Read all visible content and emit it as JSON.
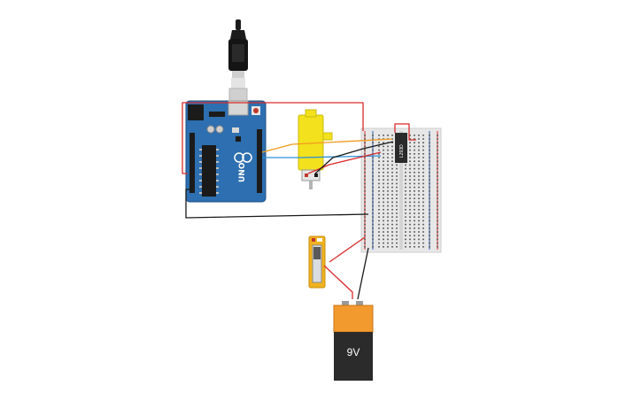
{
  "arduino": {
    "model_label": "UNO"
  },
  "chip": {
    "label": "L293D"
  },
  "switch": {
    "label": ""
  },
  "battery": {
    "label": "9V"
  },
  "wire_colors": {
    "red": "#d92b2b",
    "black": "#1a1a1a",
    "orange": "#f39a1e",
    "blue": "#2a8fd6"
  },
  "board_color": "#2d6fb0",
  "motor_color": "#f2e11c"
}
